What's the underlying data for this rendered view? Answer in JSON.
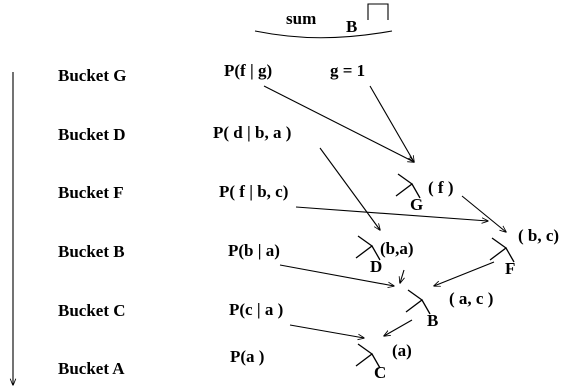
{
  "header": {
    "sum": "sum",
    "sum_sub": "B"
  },
  "buckets": [
    {
      "label": "Bucket G"
    },
    {
      "label": "Bucket D"
    },
    {
      "label": "Bucket F"
    },
    {
      "label": "Bucket B"
    },
    {
      "label": "Bucket C"
    },
    {
      "label": "Bucket A"
    }
  ],
  "functions": {
    "g1": "P(f | g)",
    "g2": "g = 1",
    "d1": "P( d | b, a )",
    "f1": "P( f | b, c)",
    "b1": "P(b | a)",
    "c1": "P(c | a )",
    "a1": "P(a )"
  },
  "messages": {
    "lambda_g": {
      "sub": "G",
      "args": "( f )"
    },
    "lambda_d": {
      "sub": "D",
      "args": "(b,a)"
    },
    "lambda_f": {
      "sub": "F",
      "args": "( b, c)"
    },
    "lambda_b": {
      "sub": "B",
      "args": "( a, c )"
    },
    "lambda_c": {
      "sub": "C",
      "args": "(a)"
    }
  }
}
